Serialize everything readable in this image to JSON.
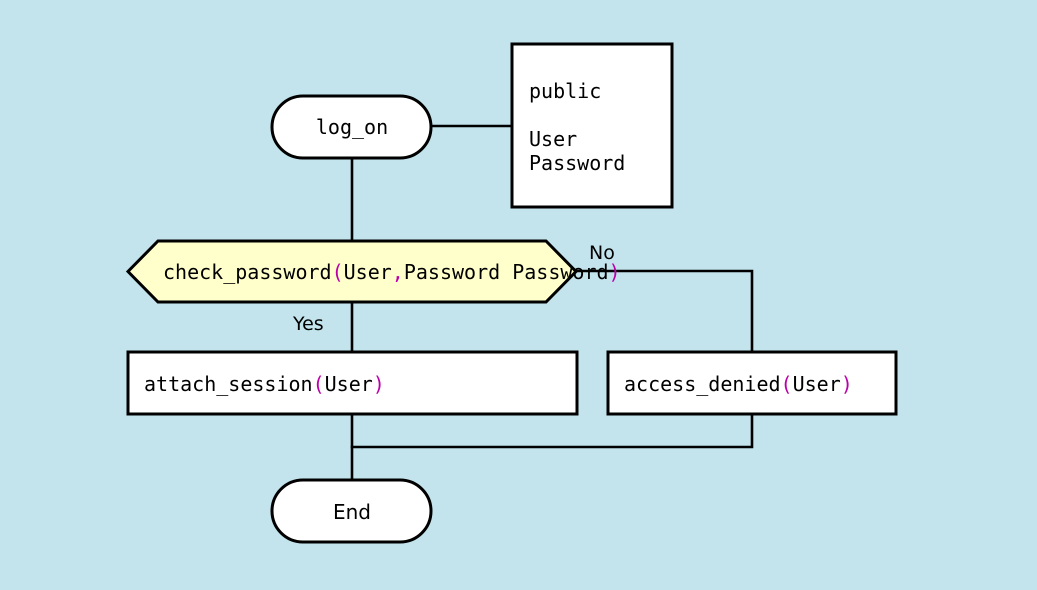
{
  "diagram": {
    "type": "flowchart",
    "title": "log_on authentication flowchart",
    "background_color": "#c3e4ed",
    "accent_punctuation_color": "#bb00aa",
    "decision_fill_color": "#ffffcc",
    "shape_fill_color": "#ffffff",
    "outline_color": "#000000"
  },
  "nodes": {
    "start": {
      "shape": "terminal",
      "label": "log_on"
    },
    "note": {
      "shape": "note-box",
      "line1": "public",
      "line2": "User",
      "line3": "Password"
    },
    "decision": {
      "shape": "hexagon-decision",
      "name": "check_password",
      "open_paren": "(",
      "arg1": "User",
      "comma": ",",
      "arg2": "Password",
      "close_paren": ")"
    },
    "process_yes": {
      "shape": "process",
      "name": "attach_session",
      "open_paren": "(",
      "arg1": "User",
      "close_paren": ")"
    },
    "process_no": {
      "shape": "process",
      "name": "access_denied",
      "open_paren": "(",
      "arg1": "User",
      "close_paren": ")"
    },
    "end": {
      "shape": "terminal",
      "label": "End"
    }
  },
  "edges": {
    "yes_label": "Yes",
    "no_label": "No"
  }
}
